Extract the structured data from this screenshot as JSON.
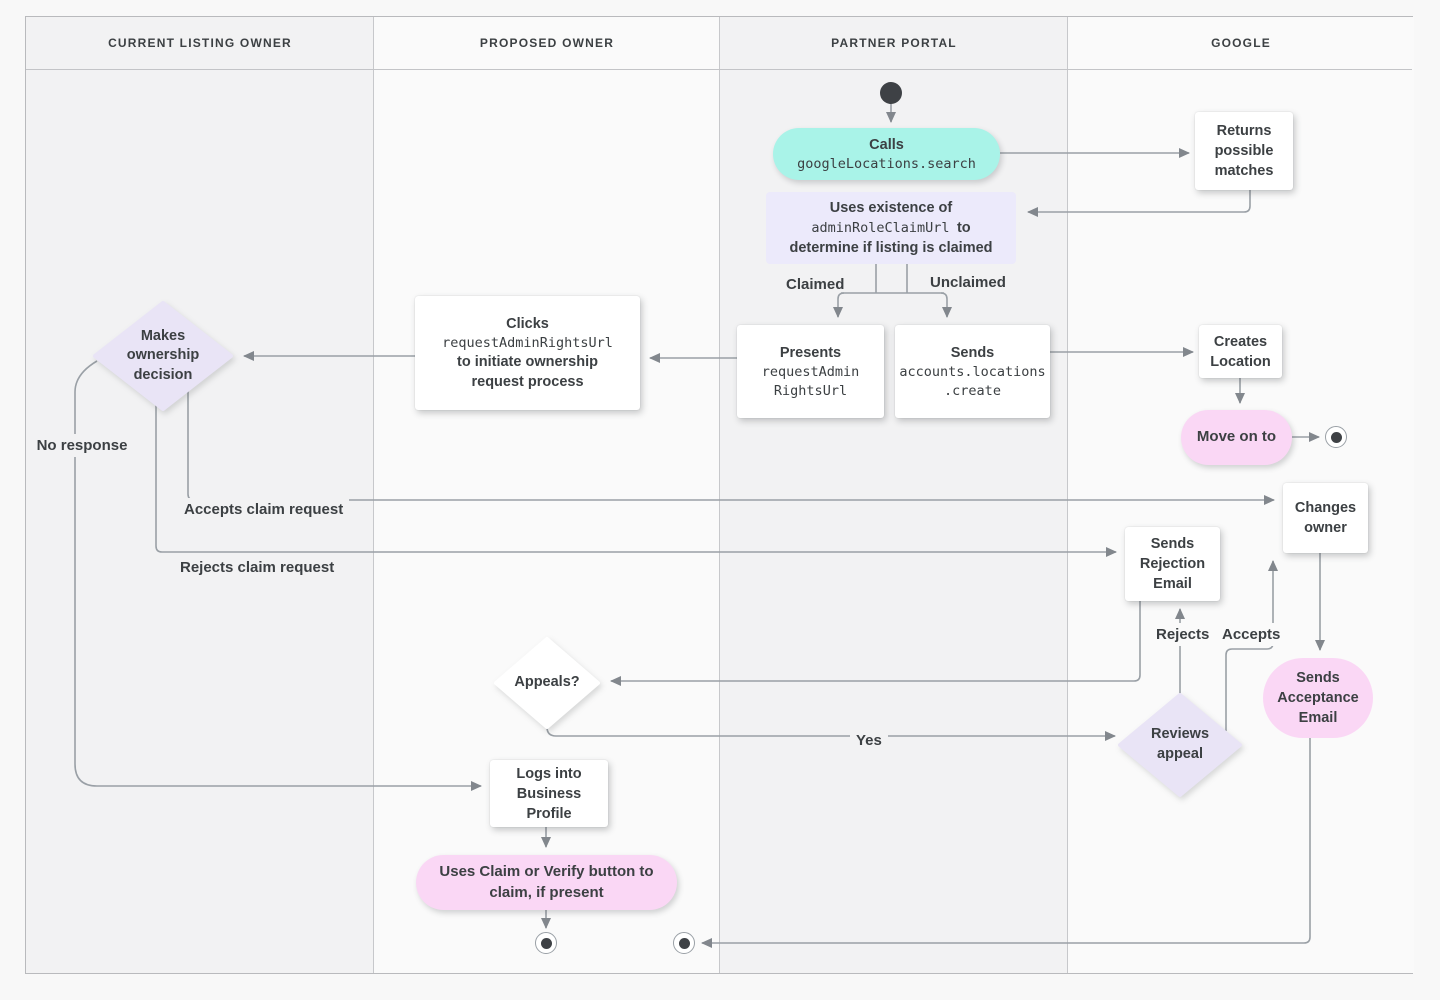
{
  "lanes": [
    {
      "label": "CURRENT LISTING OWNER"
    },
    {
      "label": "PROPOSED OWNER"
    },
    {
      "label": "PARTNER PORTAL"
    },
    {
      "label": "GOOGLE"
    }
  ],
  "nodes": {
    "calls": {
      "title": "Calls",
      "code": "googleLocations.search"
    },
    "returns_matches": {
      "text": "Returns possible matches"
    },
    "uses_existence": {
      "t1": "Uses existence of",
      "code": "adminRoleClaimUrl",
      "t2": "to",
      "t3": "determine if listing is claimed"
    },
    "presents": {
      "title": "Presents",
      "code": "requestAdmin",
      "code2": "RightsUrl"
    },
    "sends_create": {
      "title": "Sends",
      "code": "accounts.locations",
      "code2": ".create"
    },
    "creates_location": {
      "text": "Creates Location"
    },
    "move_on": {
      "text": "Move on to"
    },
    "clicks": {
      "t1": "Clicks",
      "code": "requestAdminRightsUrl",
      "t2": "to initiate ownership request process"
    },
    "makes_decision": {
      "text": "Makes ownership decision"
    },
    "sends_rejection": {
      "text": "Sends Rejection Email"
    },
    "changes_owner": {
      "text": "Changes owner"
    },
    "sends_acceptance": {
      "text": "Sends Acceptance Email"
    },
    "reviews_appeal": {
      "text": "Reviews appeal"
    },
    "appeals": {
      "text": "Appeals?"
    },
    "logs_into": {
      "text": "Logs into Business Profile"
    },
    "uses_claim": {
      "text": "Uses Claim or Verify button to claim, if present"
    }
  },
  "edge_labels": {
    "claimed": "Claimed",
    "unclaimed": "Unclaimed",
    "no_response": "No response",
    "accepts_claim": "Accepts claim request",
    "rejects_claim": "Rejects claim request",
    "rejects": "Rejects",
    "accepts": "Accepts",
    "yes": "Yes"
  },
  "colors": {
    "teal": "#A9F3E8",
    "pink": "#FAD7F5",
    "lavender": "#ECEAFB",
    "diamond_lavender": "#E9E4F6",
    "line": "#9AA0A6",
    "arrow": "#82878D",
    "text": "#3C4043"
  }
}
